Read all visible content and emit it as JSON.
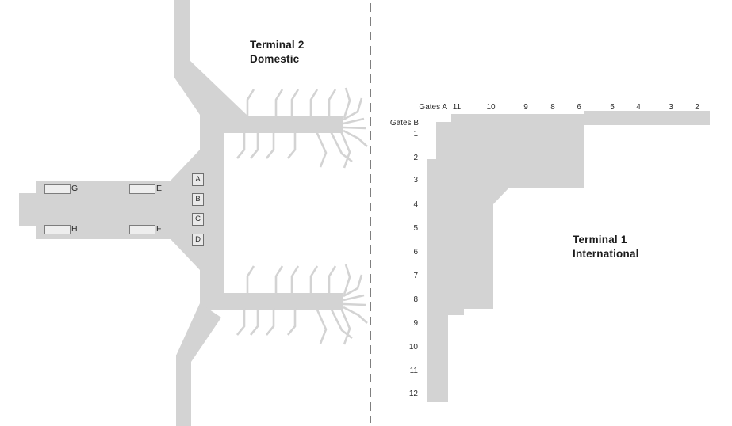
{
  "terminal2": {
    "title": [
      "Terminal 2",
      "Domestic"
    ],
    "checkin_counters": [
      "G",
      "E",
      "H",
      "F"
    ],
    "entrances": [
      "A",
      "B",
      "C",
      "D"
    ]
  },
  "terminal1": {
    "title": [
      "Terminal 1",
      "International"
    ],
    "gates_a": {
      "label": "Gates A",
      "numbers": [
        "11",
        "10",
        "9",
        "8",
        "6",
        "5",
        "4",
        "3",
        "2"
      ]
    },
    "gates_b": {
      "label": "Gates B",
      "numbers": [
        "1",
        "2",
        "3",
        "4",
        "5",
        "6",
        "7",
        "8",
        "9",
        "10",
        "11",
        "12"
      ]
    }
  },
  "colors": {
    "terminal_fill": "#d3d3d3",
    "dashed_line": "#7f7f7f",
    "text_dark": "#1b1b1b",
    "box_border": "#7d7d7d",
    "box_fill": "#eeeeee"
  }
}
